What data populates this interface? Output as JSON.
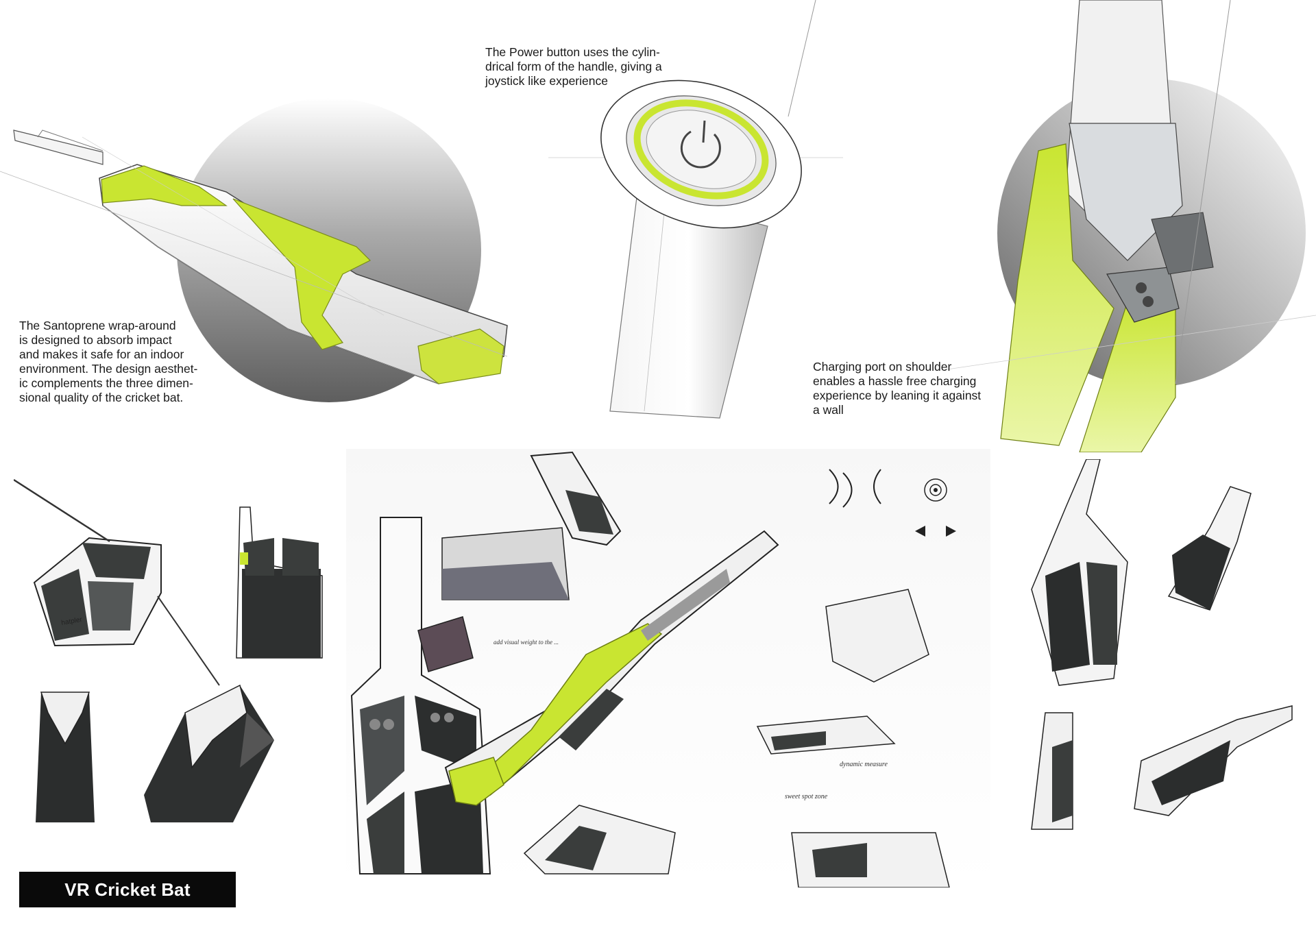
{
  "title": "VR Cricket Bat",
  "captions": {
    "wrap_around": [
      "The Santoprene wrap-around",
      "is designed to absorb impact",
      "and makes it safe for an indoor",
      "environment. The design aesthet-",
      "ic complements the three dimen-",
      "sional quality of the cricket bat."
    ],
    "power_button": [
      "The Power button uses the cylin-",
      "drical form of the handle, giving a",
      "joystick like experience"
    ],
    "charging_port": [
      "Charging port on shoulder",
      "enables a hassle free charging",
      "experience by leaning it against",
      "a wall"
    ]
  },
  "sketch_notes": {
    "brand": "hatpler",
    "weight_note": "add visual weight to the ...",
    "dynamic_measure": "dynamic measure",
    "sweet_spot": "sweet spot zone"
  },
  "colors": {
    "accent": "#c9e531",
    "accent_dark": "#9fbf12",
    "marker_dark": "#3a3d3c",
    "circle_gray": "#6f6f6f",
    "title_bg": "#0a0a0a"
  }
}
